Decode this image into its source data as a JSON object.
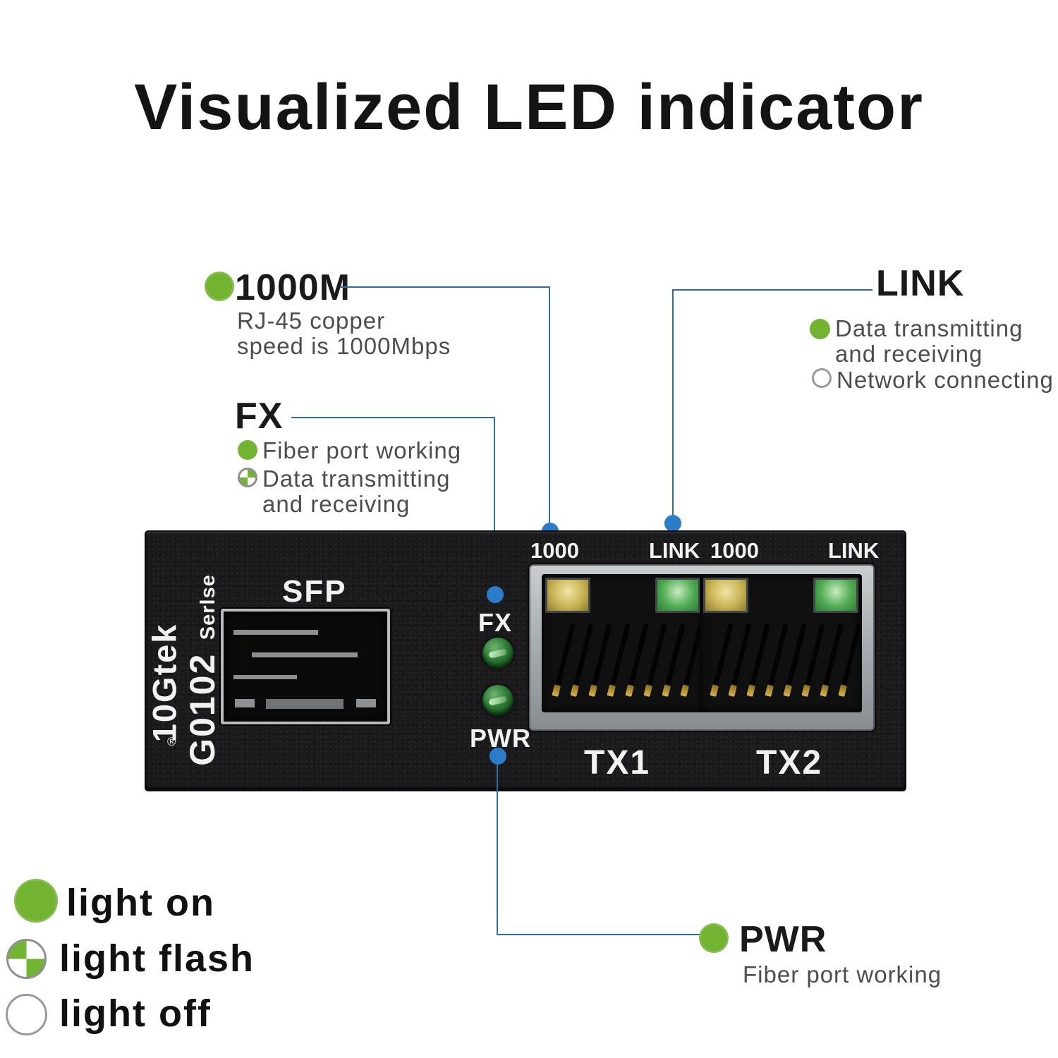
{
  "title": "Visualized LED indicator",
  "callout_1000m": {
    "label": "1000M",
    "desc1": "RJ-45 copper",
    "desc2": "speed is 1000Mbps"
  },
  "callout_link": {
    "label": "LINK",
    "item1_line1": "Data transmitting",
    "item1_line2": "and receiving",
    "item2": "Network connecting"
  },
  "callout_fx": {
    "label": "FX",
    "item1": "Fiber port working",
    "item2_line1": "Data transmitting",
    "item2_line2": "and receiving"
  },
  "callout_pwr": {
    "label": "PWR",
    "desc": "Fiber port working"
  },
  "legend": {
    "on": "light on",
    "flash": "light flash",
    "off": "light off"
  },
  "device": {
    "brand": "10Gtek",
    "registered_mark": "®",
    "model": "G0102",
    "series": "Serlse",
    "sfp_label": "SFP",
    "fx_label": "FX",
    "pwr_label": "PWR",
    "top_labels": [
      "1000",
      "LINK",
      "1000",
      "LINK"
    ],
    "tx1_label": "TX1",
    "tx2_label": "TX2"
  },
  "icons": {
    "light_on": "filled-green-circle",
    "light_flash": "quartered-green-circle",
    "light_off": "outlined-white-circle",
    "endpoint": "blue-dot"
  },
  "colors": {
    "accent_green": "#72b332",
    "line_blue": "#336b9e",
    "endpoint_blue": "#2b7cc9",
    "device_black": "#1b1b1d",
    "bezel_silver": "#aab0b3",
    "led_amber": "#c9b456",
    "led_green": "#52ab55"
  }
}
